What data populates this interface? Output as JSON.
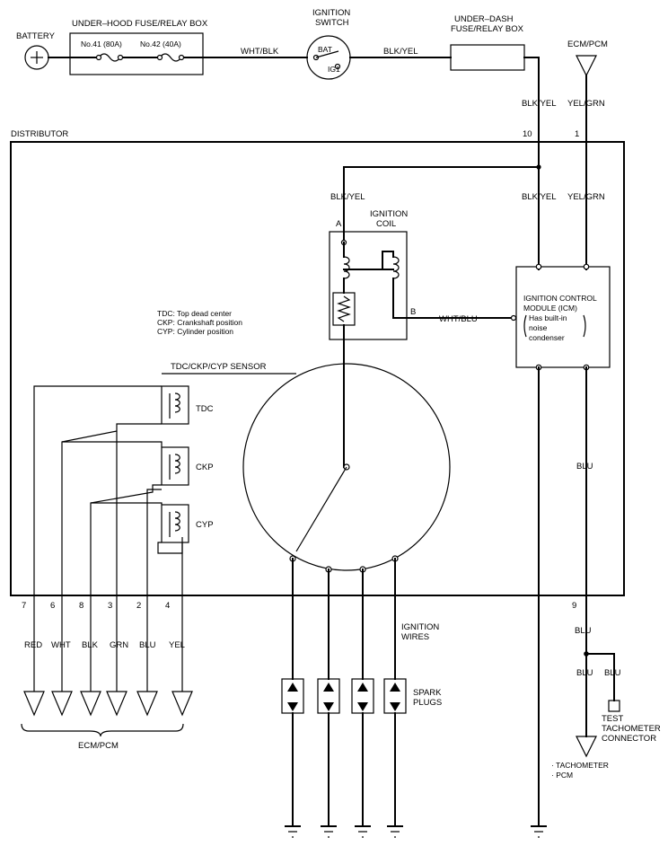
{
  "labels": {
    "battery": "BATTERY",
    "underhood_box": "UNDER–HOOD FUSE/RELAY BOX",
    "fuse41": "No.41 (80A)",
    "fuse42": "No.42 (40A)",
    "wire_wht_blk": "WHT/BLK",
    "ign_switch_1": "IGNITION",
    "ign_switch_2": "SWITCH",
    "bat": "BAT",
    "ig1": "IG1",
    "wire_blk_yel_top": "BLK/YEL",
    "underdash_1": "UNDER–DASH",
    "underdash_2": "FUSE/RELAY BOX",
    "ecm_pcm_top": "ECM/PCM",
    "blk_yel_a": "BLK/YEL",
    "yel_grn_a": "YEL/GRN",
    "distributor": "DISTRIBUTOR",
    "pin10": "10",
    "pin1": "1",
    "blk_yel_b": "BLK/YEL",
    "yel_grn_b": "YEL/GRN",
    "blk_yel_c": "BLK/YEL",
    "coil_a": "A",
    "coil_1": "IGNITION",
    "coil_2": "COIL",
    "coil_b": "B",
    "wht_blu": "WHT/BLU",
    "icm_1": "IGNITION CONTROL",
    "icm_2": "MODULE (ICM)",
    "icm_3": "Has built-in",
    "icm_4": "noise",
    "icm_5": "condenser",
    "legend_tdc": "TDC: Top dead center",
    "legend_ckp": "CKP: Crankshaft position",
    "legend_cyp": "CYP: Cylinder position",
    "sensor": "TDC/CKP/CYP SENSOR",
    "tdc": "TDC",
    "ckp": "CKP",
    "cyp": "CYP",
    "blu_icm": "BLU",
    "pins": [
      "7",
      "6",
      "8",
      "3",
      "2",
      "4"
    ],
    "pin9": "9",
    "wires": [
      "RED",
      "WHT",
      "BLK",
      "GRN",
      "BLU",
      "YEL"
    ],
    "blu_9": "BLU",
    "blu_left": "BLU",
    "blu_right": "BLU",
    "ign_wires_1": "IGNITION",
    "ign_wires_2": "WIRES",
    "spark_1": "SPARK",
    "spark_2": "PLUGS",
    "ecm_pcm_bottom": "ECM/PCM",
    "test_1": "TEST",
    "test_2": "TACHOMETER",
    "test_3": "CONNECTOR",
    "tach": "· TACHOMETER",
    "pcm": "· PCM"
  }
}
